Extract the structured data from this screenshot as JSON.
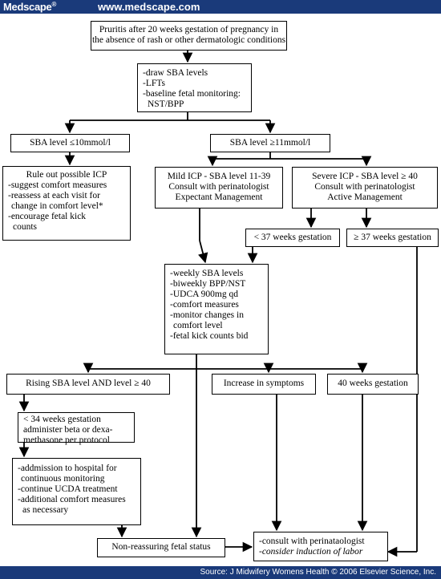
{
  "header": {
    "brand": "Medscape",
    "brand_mark": "®",
    "url": "www.medscape.com"
  },
  "footer": {
    "source": "Source: J Midwifery Womens Health © 2006 Elsevier Science, Inc."
  },
  "colors": {
    "header_bar": "#1a3a7a",
    "box_border": "#000000",
    "background": "#ffffff"
  },
  "nodes": {
    "start": {
      "lines": [
        "Pruritis after 20 weeks gestation of pregnancy in",
        "the absence of rash or other dermatologic conditions"
      ]
    },
    "initial_tests": {
      "lines": [
        "-draw SBA levels",
        "-LFTs",
        "-baseline fetal  monitoring:",
        "  NST/BPP"
      ]
    },
    "sba_low": {
      "lines": [
        "SBA level ≤10mmol/l"
      ]
    },
    "sba_high": {
      "lines": [
        "SBA level ≥11mmol/l"
      ]
    },
    "rule_out": {
      "lines": [
        "Rule out possible ICP",
        "-suggest comfort measures",
        "-reassess at each visit for",
        "  change in comfort level*",
        "-encourage fetal kick",
        "  counts"
      ]
    },
    "mild_icp": {
      "lines": [
        "Mild ICP - SBA level 11-39",
        "Consult with perinatologist",
        "Expectant Management"
      ]
    },
    "severe_icp": {
      "lines": [
        "Severe ICP - SBA level ≥ 40",
        "Consult with perinatologist",
        "Active Management"
      ]
    },
    "under_37": {
      "lines": [
        "< 37 weeks gestation"
      ]
    },
    "over_37": {
      "lines": [
        "≥ 37 weeks gestation"
      ]
    },
    "weekly": {
      "lines": [
        "-weekly SBA levels",
        "-biweekly BPP/NST",
        "-UDCA 900mg qd",
        "-comfort measures",
        "-monitor changes in",
        "  comfort level",
        "-fetal kick counts bid"
      ]
    },
    "rising_sba": {
      "lines": [
        "Rising SBA level AND level ≥ 40"
      ]
    },
    "increase_symptoms": {
      "lines": [
        "Increase in symptoms"
      ]
    },
    "forty_weeks": {
      "lines": [
        "40 weeks gestation"
      ]
    },
    "under_34": {
      "lines": [
        "< 34 weeks gestation",
        "administer beta or dexa-",
        "methasone per protocol"
      ]
    },
    "admission": {
      "lines": [
        "-addmission to hospital for",
        "  continuous monitoring",
        "-continue UCDA treatment",
        "-additional comfort measures",
        "  as necessary"
      ]
    },
    "non_reassuring": {
      "lines": [
        "Non-reassuring fetal status"
      ]
    },
    "consult_final": {
      "lines": [
        "-consult with perinataologist",
        "-consider induction of labor"
      ]
    }
  }
}
